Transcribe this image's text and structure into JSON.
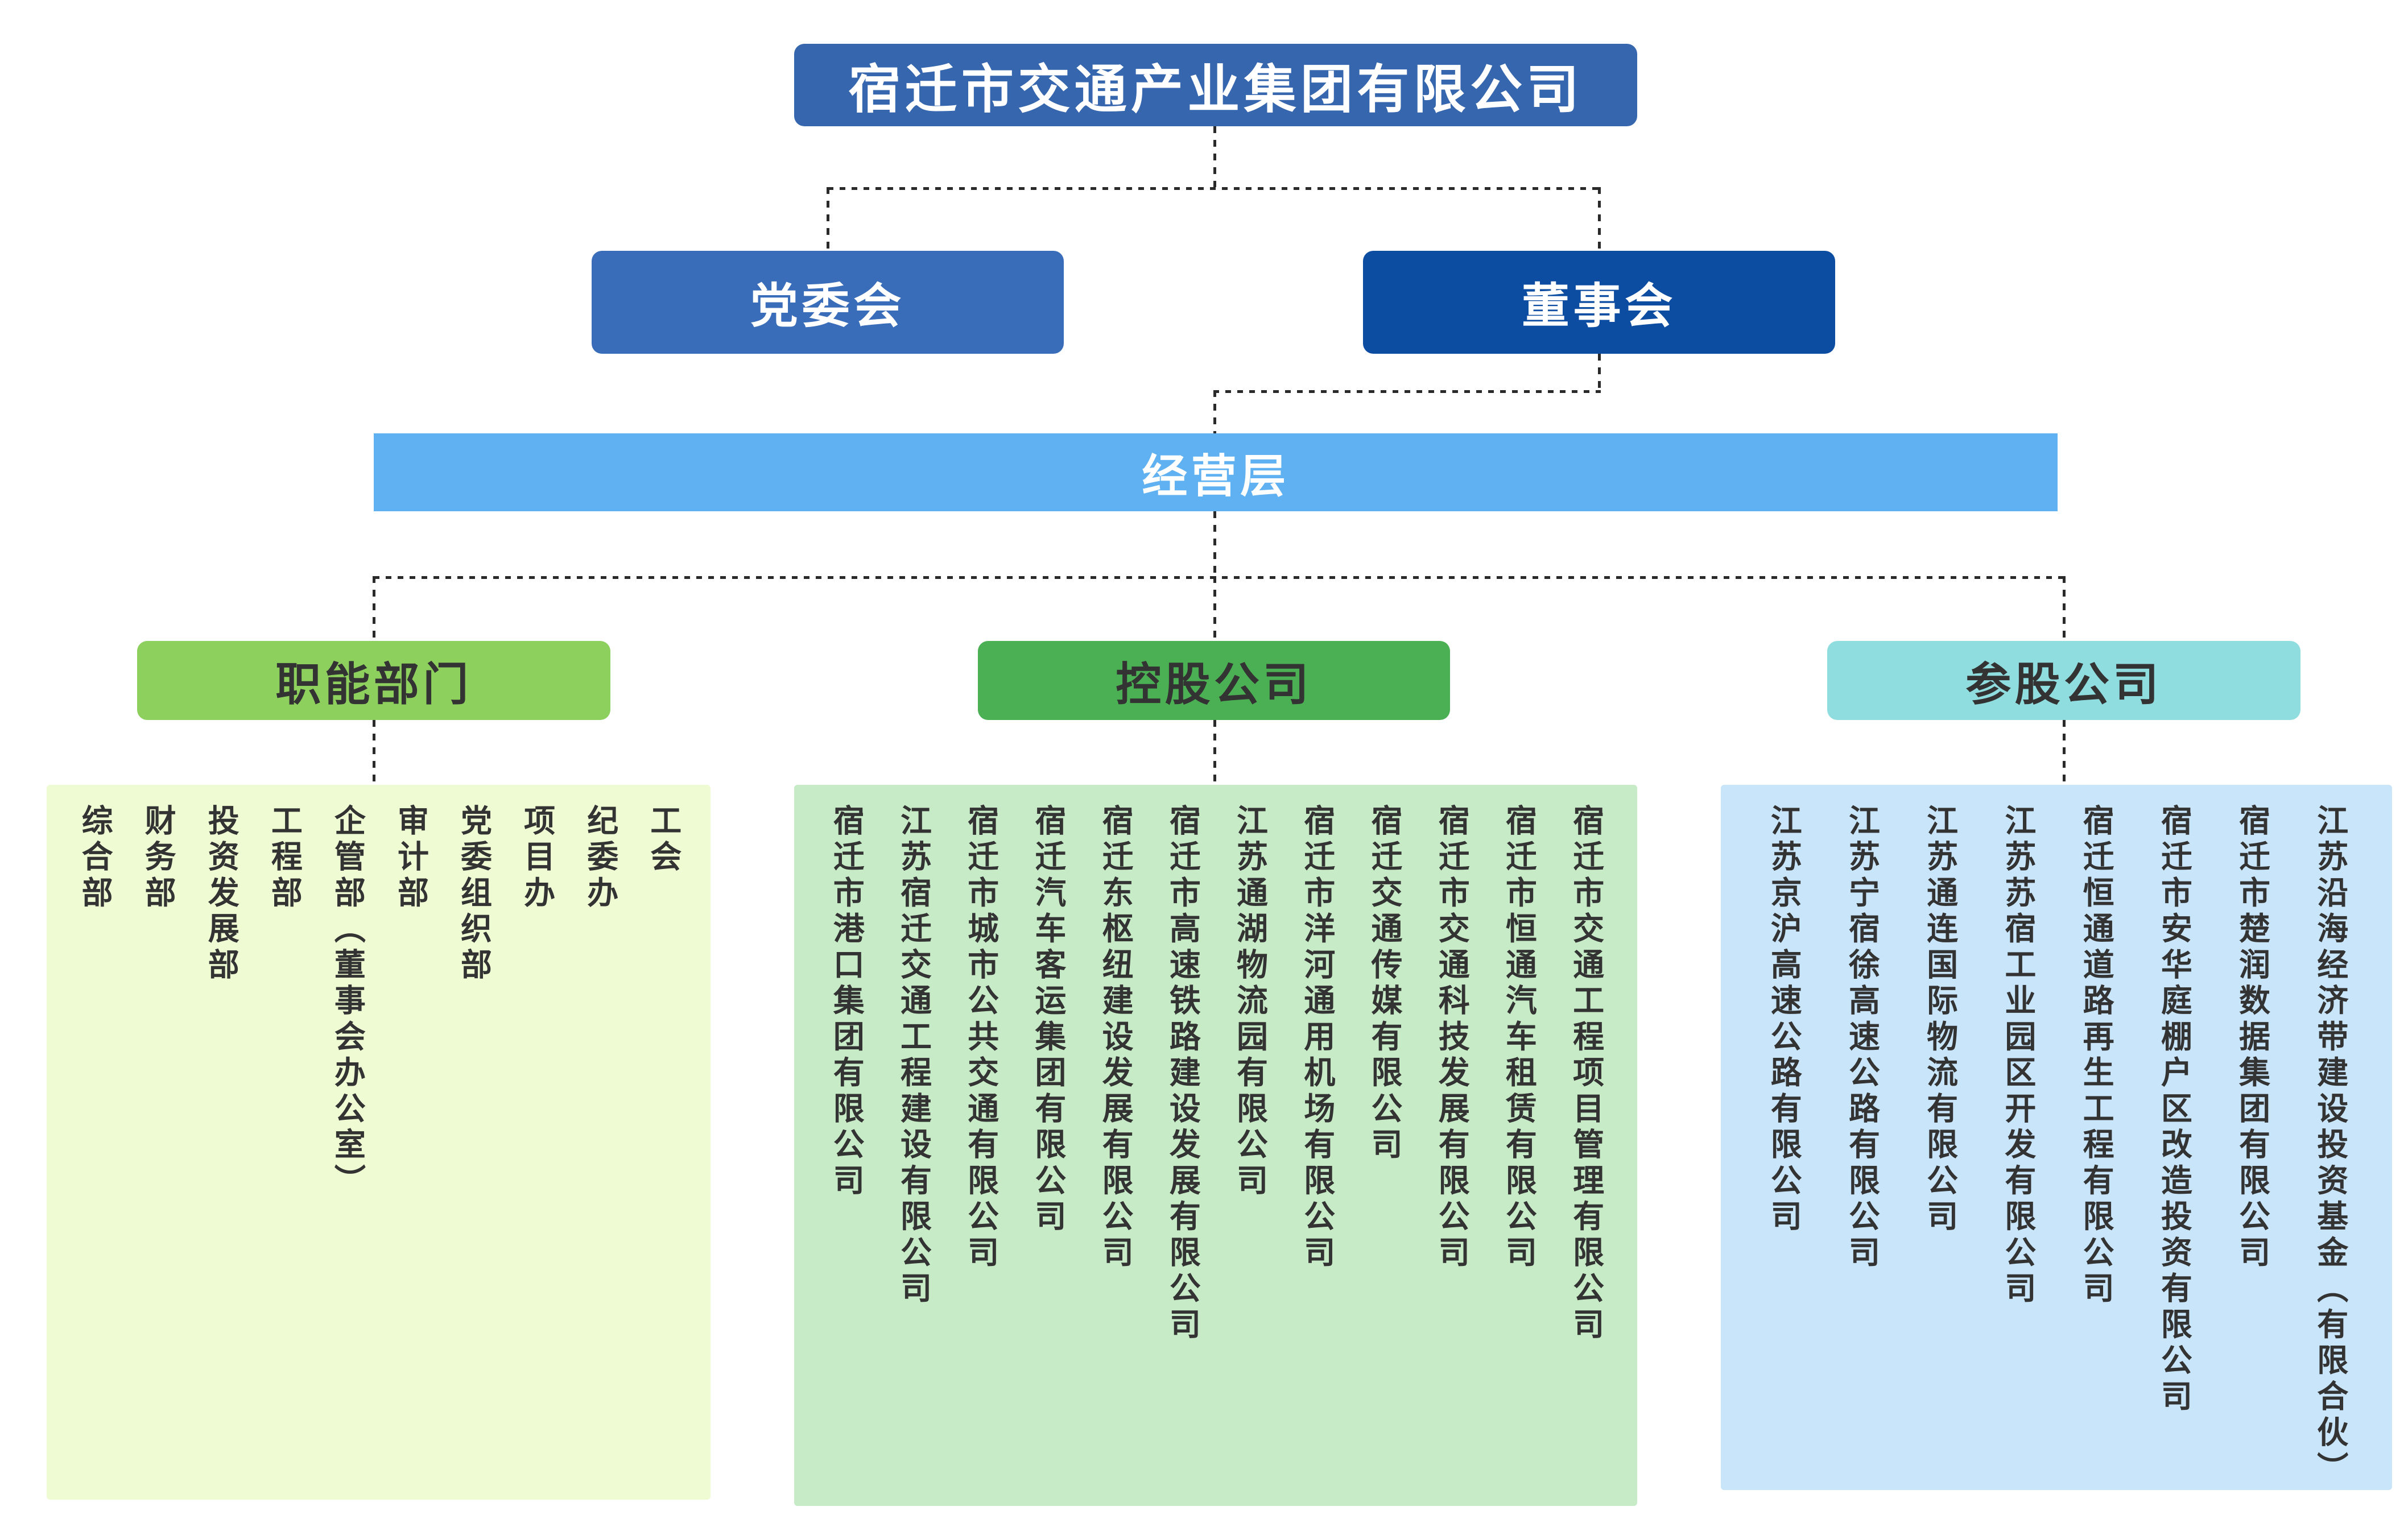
{
  "org": {
    "root": {
      "label": "宿迁市交通产业集团有限公司"
    },
    "level2": [
      {
        "label": "党委会"
      },
      {
        "label": "董事会"
      }
    ],
    "management": {
      "label": "经营层"
    },
    "groups": [
      {
        "label": "职能部门",
        "items": [
          "综合部",
          "财务部",
          "投资发展部",
          "工程部",
          "企管部（董事会办公室）",
          "审计部",
          "党委组织部",
          "项目办",
          "纪委办",
          "工会"
        ]
      },
      {
        "label": "控股公司",
        "items": [
          "宿迁市港口集团有限公司",
          "江苏宿迁交通工程建设有限公司",
          "宿迁市城市公共交通有限公司",
          "宿迁汽车客运集团有限公司",
          "宿迁东枢纽建设发展有限公司",
          "宿迁市高速铁路建设发展有限公司",
          "江苏通湖物流园有限公司",
          "宿迁市洋河通用机场有限公司",
          "宿迁交通传媒有限公司",
          "宿迁市交通科技发展有限公司",
          "宿迁市恒通汽车租赁有限公司",
          "宿迁市交通工程项目管理有限公司"
        ]
      },
      {
        "label": "参股公司",
        "items": [
          "江苏京沪高速公路有限公司",
          "江苏宁宿徐高速公路有限公司",
          "江苏通连国际物流有限公司",
          "江苏苏宿工业园区开发有限公司",
          "宿迁恒通道路再生工程有限公司",
          "宿迁市安华庭棚户区改造投资有限公司",
          "宿迁市楚润数据集团有限公司",
          "江苏沿海经济带建设投资基金（有限合伙）"
        ]
      }
    ]
  },
  "colors": {
    "root_blue": "#3566ae",
    "party_blue": "#3a6db9",
    "board_blue": "#0d4da1",
    "management_blue": "#60b1f2",
    "functional_header_green": "#8ed05e",
    "holding_header_green": "#4bb053",
    "equity_header_teal": "#90dde0",
    "functional_panel_bg": "#eefbd3",
    "holding_panel_bg": "#c6ebc6",
    "equity_panel_bg": "#c9e5fa",
    "dark_text": "#333333",
    "connector": "#2a2a2a"
  }
}
